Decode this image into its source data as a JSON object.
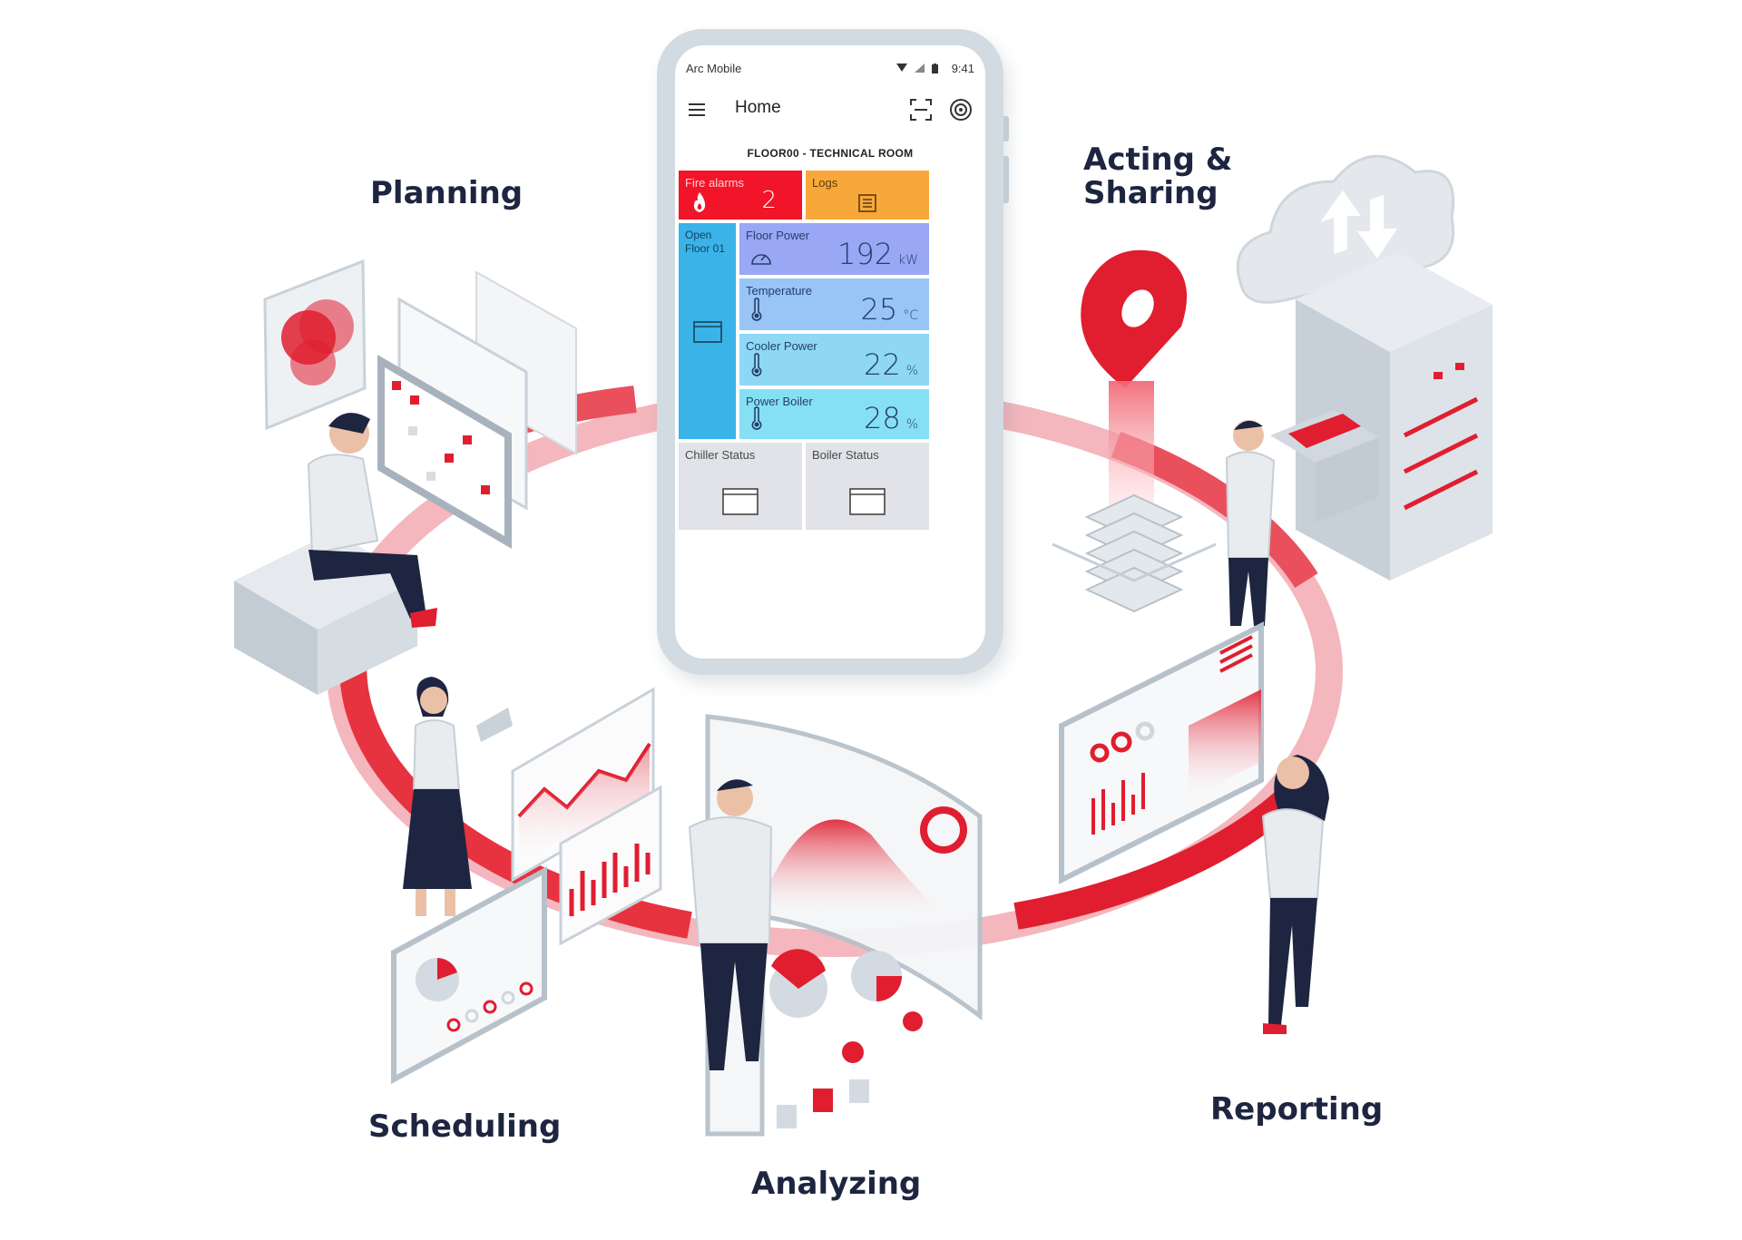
{
  "stages": {
    "planning": "Planning",
    "acting_line1": "Acting &",
    "acting_line2": "Sharing",
    "scheduling": "Scheduling",
    "analyzing": "Analyzing",
    "reporting": "Reporting"
  },
  "phone": {
    "status_bar": {
      "carrier": "Arc Mobile",
      "time": "9:41"
    },
    "app_bar": {
      "title": "Home"
    },
    "location": "FLOOR00 - TECHNICAL ROOM",
    "tiles": {
      "fire_alarms": {
        "label": "Fire alarms",
        "value": "2"
      },
      "logs": {
        "label": "Logs"
      },
      "open_floor": {
        "label": "Open Floor 01"
      },
      "floor_power": {
        "label": "Floor Power",
        "value": "192",
        "unit": "kW"
      },
      "temperature": {
        "label": "Temperature",
        "value": "25",
        "unit": "°C"
      },
      "cooler_power": {
        "label": "Cooler Power",
        "value": "22",
        "unit": "%"
      },
      "power_boiler": {
        "label": "Power Boiler",
        "value": "28",
        "unit": "%"
      },
      "chiller_status": {
        "label": "Chiller Status"
      },
      "boiler_status": {
        "label": "Boiler Status"
      }
    }
  },
  "colors": {
    "brand_red": "#e01e2f",
    "navy": "#1d2540",
    "fire_tile": "#f2152a",
    "logs_tile": "#f8a83a",
    "open_floor_tile": "#3ab3e8",
    "floor_power_tile": "#99a7f5",
    "temperature_tile": "#98c4f6",
    "cooler_tile": "#8fd8f5",
    "boiler_tile": "#86e0f5",
    "status_tile": "#e1e3e8"
  }
}
